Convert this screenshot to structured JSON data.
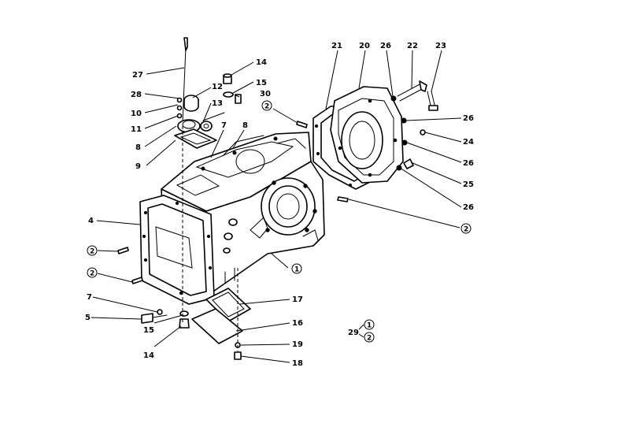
{
  "callouts": [
    {
      "id": "c27",
      "text": "27"
    },
    {
      "id": "c28",
      "text": "28"
    },
    {
      "id": "c12",
      "text": "12"
    },
    {
      "id": "c10",
      "text": "10"
    },
    {
      "id": "c13",
      "text": "13"
    },
    {
      "id": "c11",
      "text": "11"
    },
    {
      "id": "c8a",
      "text": "8"
    },
    {
      "id": "c9",
      "text": "9"
    },
    {
      "id": "c7a",
      "text": "7"
    },
    {
      "id": "c8b",
      "text": "8"
    },
    {
      "id": "c14a",
      "text": "14"
    },
    {
      "id": "c15a",
      "text": "15"
    },
    {
      "id": "c30",
      "text": "30"
    },
    {
      "id": "c21",
      "text": "21"
    },
    {
      "id": "c20",
      "text": "20"
    },
    {
      "id": "c26a",
      "text": "26"
    },
    {
      "id": "c22",
      "text": "22"
    },
    {
      "id": "c23",
      "text": "23"
    },
    {
      "id": "c26b",
      "text": "26"
    },
    {
      "id": "c24",
      "text": "24"
    },
    {
      "id": "c26c",
      "text": "26"
    },
    {
      "id": "c25",
      "text": "25"
    },
    {
      "id": "c26d",
      "text": "26"
    },
    {
      "id": "c4",
      "text": "4"
    },
    {
      "id": "c7b",
      "text": "7"
    },
    {
      "id": "c5",
      "text": "5"
    },
    {
      "id": "c15b",
      "text": "15"
    },
    {
      "id": "c14b",
      "text": "14"
    },
    {
      "id": "c17",
      "text": "17"
    },
    {
      "id": "c16",
      "text": "16"
    },
    {
      "id": "c19",
      "text": "19"
    },
    {
      "id": "c18",
      "text": "18"
    },
    {
      "id": "c29",
      "text": "29"
    }
  ],
  "circled": [
    {
      "id": "k2a",
      "text": "2"
    },
    {
      "id": "k2b",
      "text": "2"
    },
    {
      "id": "k2c",
      "text": "2"
    },
    {
      "id": "k2d",
      "text": "2"
    },
    {
      "id": "k1a",
      "text": "1"
    },
    {
      "id": "k1b",
      "text": "1"
    },
    {
      "id": "k2e",
      "text": "2"
    }
  ]
}
